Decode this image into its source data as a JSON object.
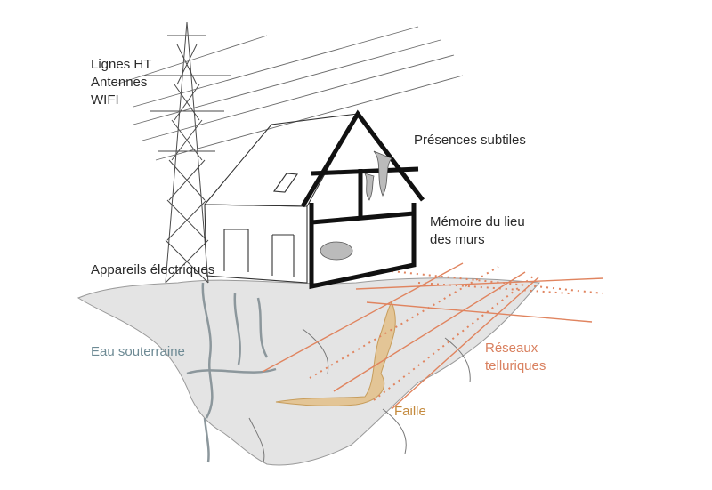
{
  "labels": {
    "power": [
      "Lignes HT",
      "Antennes",
      "WIFI"
    ],
    "subtle": "Présences subtiles",
    "memory": [
      "Mémoire du lieu",
      "des murs"
    ],
    "appliances": "Appareils électriques",
    "groundwater": "Eau souterraine",
    "telluric": [
      "Réseaux",
      "telluriques"
    ],
    "fault": "Faille"
  },
  "colors": {
    "ink": "#2a2a2a",
    "water_text": "#6d8a94",
    "telluric": "#d9805f",
    "fault": "#c48a3d",
    "ground": "#e3e3e3"
  }
}
